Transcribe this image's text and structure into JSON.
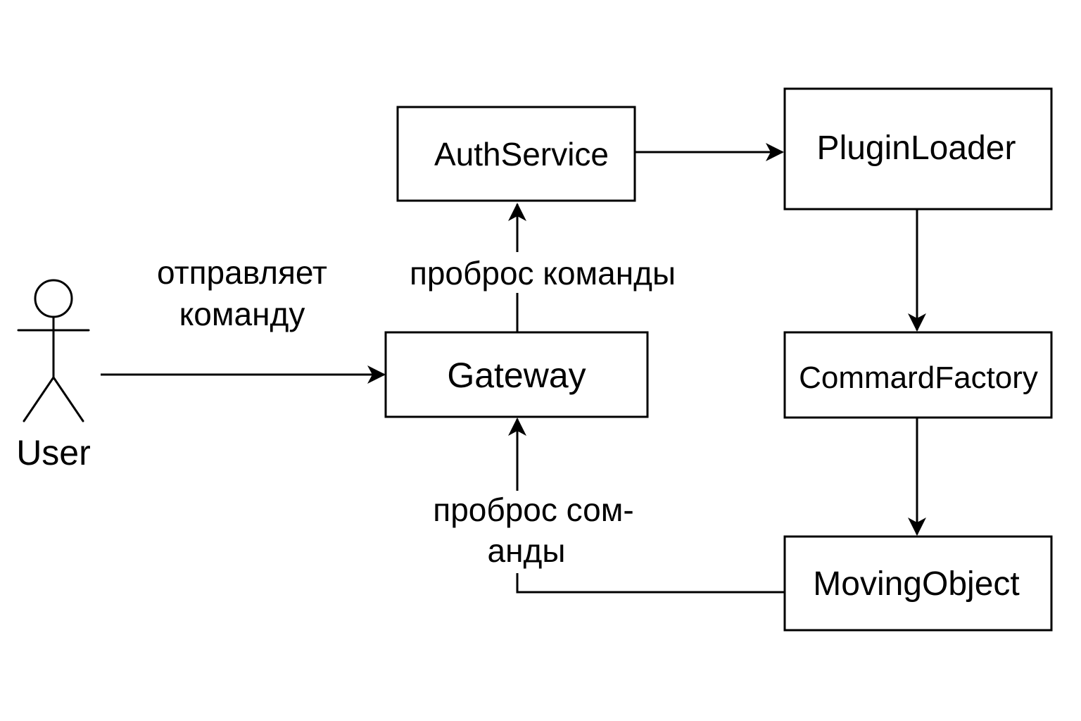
{
  "diagram": {
    "actor": {
      "name": "User"
    },
    "nodes": {
      "auth_service": "AuthService",
      "plugin_loader": "PluginLoader",
      "gateway": "Gateway",
      "command_factory": "CommardFactory",
      "moving_object": "MovingObject"
    },
    "edges": {
      "user_to_gateway": {
        "label_line1": "отправляет",
        "label_line2": "команду"
      },
      "gateway_to_auth": {
        "label": "проброс команды"
      },
      "moving_to_gateway": {
        "label_line1": "проброс сом-",
        "label_line2": "анды"
      }
    },
    "colors": {
      "stroke": "#000000",
      "background": "#ffffff"
    }
  }
}
